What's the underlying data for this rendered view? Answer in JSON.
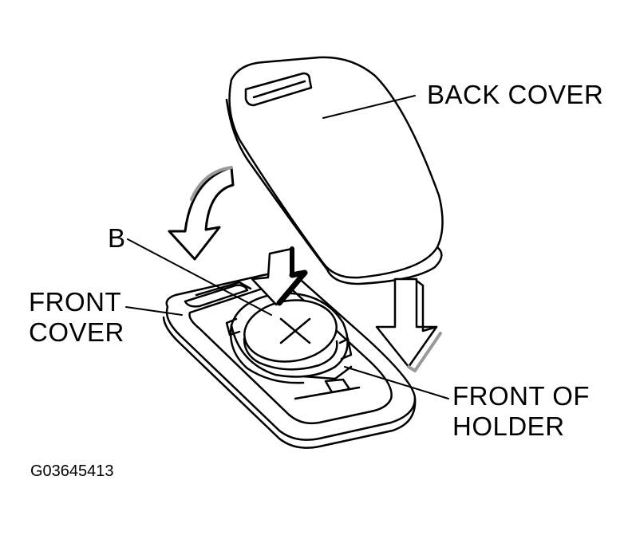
{
  "labels": {
    "back_cover": "BACK COVER",
    "b": "B",
    "front_cover_line1": "FRONT",
    "front_cover_line2": "COVER",
    "front_of_holder_line1": "FRONT OF",
    "front_of_holder_line2": "HOLDER"
  },
  "figure_code": "G03645413",
  "colors": {
    "ink": "#000000",
    "paper": "#ffffff",
    "shade": "#9a9a9a"
  }
}
